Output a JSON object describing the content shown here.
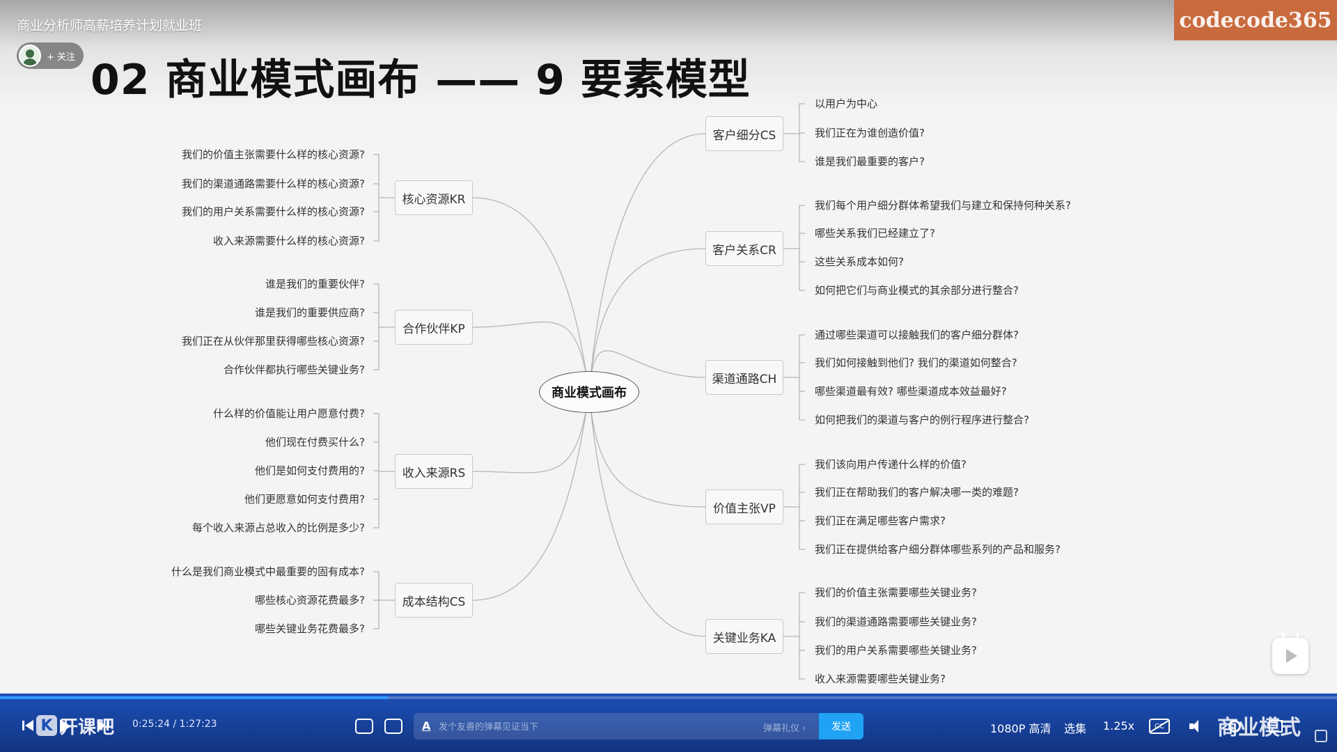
{
  "course_title": "商业分析师高薪培养计划就业班",
  "follow_label": "+ 关注",
  "watermark": "codecode365",
  "slide_title": "02 商业模式画布 —— 9 要素模型",
  "mindmap": {
    "center": "商业模式画布",
    "left_branches": [
      {
        "label": "核心资源KR",
        "items": [
          "我们的价值主张需要什么样的核心资源?",
          "我们的渠道通路需要什么样的核心资源?",
          "我们的用户关系需要什么样的核心资源?",
          "收入来源需要什么样的核心资源?"
        ]
      },
      {
        "label": "合作伙伴KP",
        "items": [
          "谁是我们的重要伙伴?",
          "谁是我们的重要供应商?",
          "我们正在从伙伴那里获得哪些核心资源?",
          "合作伙伴都执行哪些关键业务?"
        ]
      },
      {
        "label": "收入来源RS",
        "items": [
          "什么样的价值能让用户愿意付费?",
          "他们现在付费买什么?",
          "他们是如何支付费用的?",
          "他们更愿意如何支付费用?",
          "每个收入来源占总收入的比例是多少?"
        ]
      },
      {
        "label": "成本结构CS",
        "items": [
          "什么是我们商业模式中最重要的固有成本?",
          "哪些核心资源花费最多?",
          "哪些关键业务花费最多?"
        ]
      }
    ],
    "right_branches": [
      {
        "label": "客户细分CS",
        "items": [
          "以用户为中心",
          "我们正在为谁创造价值?",
          "谁是我们最重要的客户?"
        ]
      },
      {
        "label": "客户关系CR",
        "items": [
          "我们每个用户细分群体希望我们与建立和保持何种关系?",
          "哪些关系我们已经建立了?",
          "这些关系成本如何?",
          "如何把它们与商业模式的其余部分进行整合?"
        ]
      },
      {
        "label": "渠道通路CH",
        "items": [
          "通过哪些渠道可以接触我们的客户细分群体?",
          "我们如何接触到他们? 我们的渠道如何整合?",
          "哪些渠道最有效? 哪些渠道成本效益最好?",
          "如何把我们的渠道与客户的例行程序进行整合?"
        ]
      },
      {
        "label": "价值主张VP",
        "items": [
          "我们该向用户传递什么样的价值?",
          "我们正在帮助我们的客户解决哪一类的难题?",
          "我们正在满足哪些客户需求?",
          "我们正在提供给客户细分群体哪些系列的产品和服务?"
        ]
      },
      {
        "label": "关键业务KA",
        "items": [
          "我们的价值主张需要哪些关键业务?",
          "我们的渠道通路需要哪些关键业务?",
          "我们的用户关系需要哪些关键业务?",
          "收入来源需要哪些关键业务?"
        ]
      }
    ]
  },
  "player": {
    "logo_text": "开课吧",
    "logo_letter": "K",
    "current_time": "0:25:24",
    "total_time": "1:27:23",
    "progress": 0.29,
    "danmaku_placeholder": "发个友善的弹幕见证当下",
    "danmaku_icon": "A",
    "danmaku_etiquette": "弹幕礼仪 ›",
    "send_label": "发送",
    "quality_label": "1080P 高清",
    "episodes_label": "选集",
    "speed_label": "1.25x",
    "subtitle_label": "CC",
    "brand_overlay": "商业模式"
  }
}
